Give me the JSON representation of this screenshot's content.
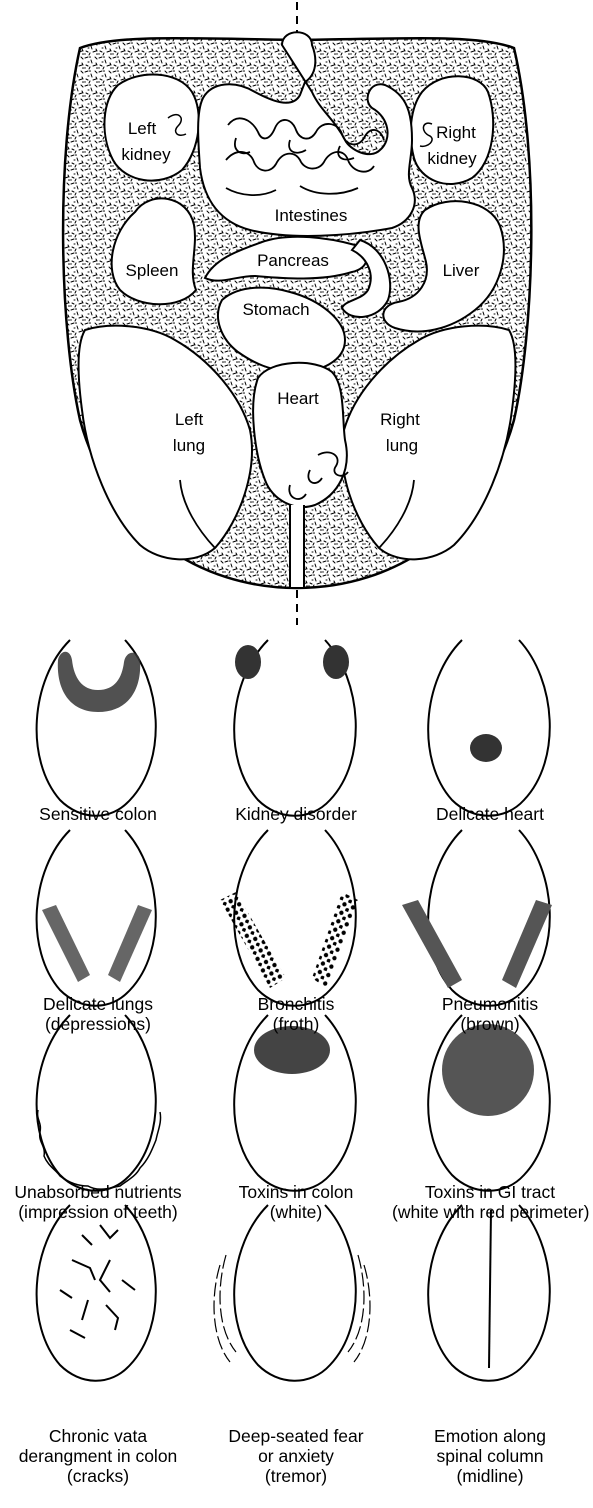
{
  "organ_map": {
    "labels": {
      "left_kidney": [
        "Left",
        "kidney"
      ],
      "right_kidney": [
        "Right",
        "kidney"
      ],
      "intestines": "Intestines",
      "spleen": "Spleen",
      "pancreas": "Pancreas",
      "liver": "Liver",
      "stomach": "Stomach",
      "heart": "Heart",
      "left_lung": [
        "Left",
        "lung"
      ],
      "right_lung": [
        "Right",
        "lung"
      ]
    }
  },
  "conditions": [
    {
      "lines": [
        "Sensitive colon"
      ]
    },
    {
      "lines": [
        "Kidney disorder"
      ]
    },
    {
      "lines": [
        "Delicate heart"
      ]
    },
    {
      "lines": [
        "Delicate lungs",
        "(depressions)"
      ]
    },
    {
      "lines": [
        "Bronchitis",
        "(froth)"
      ]
    },
    {
      "lines": [
        "Pneumonitis",
        "(brown)"
      ]
    },
    {
      "lines": [
        "Unabsorbed nutrients",
        "(impression of teeth)"
      ]
    },
    {
      "lines": [
        "Toxins in colon",
        "(white)"
      ]
    },
    {
      "lines": [
        "Toxins in GI tract",
        "(white with red perimeter)"
      ]
    },
    {
      "lines": [
        "Chronic vata",
        "derangment in colon",
        "(cracks)"
      ]
    },
    {
      "lines": [
        "Deep-seated fear",
        "or anxiety",
        "(tremor)"
      ]
    },
    {
      "lines": [
        "Emotion along",
        "spinal column",
        "(midline)"
      ]
    }
  ]
}
